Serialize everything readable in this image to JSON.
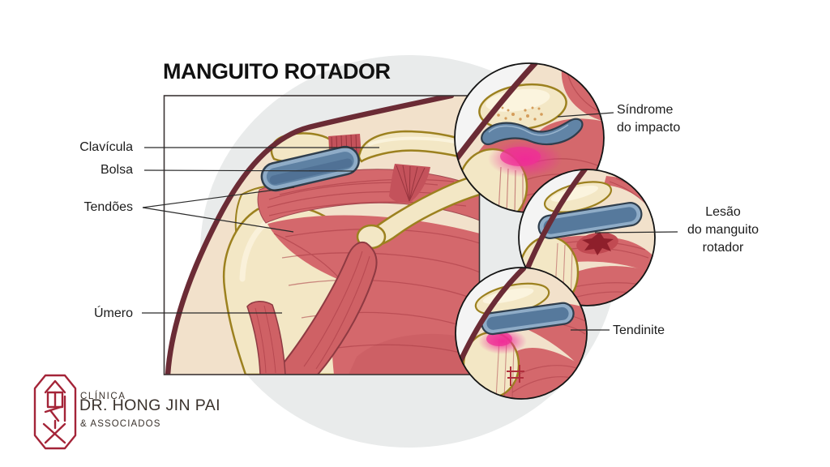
{
  "title": "MANGUITO ROTADOR",
  "anatomy_labels": {
    "clavicle": "Clavícula",
    "bursa": "Bolsa",
    "tendons": "Tendões",
    "humerus": "Úmero"
  },
  "conditions": {
    "impingement": {
      "line1": "Síndrome",
      "line2": "do impacto"
    },
    "cuff_tear": {
      "line1": "Lesão",
      "line2": "do manguito",
      "line3": "rotador"
    },
    "tendinitis": "Tendinite"
  },
  "logo": {
    "clinic": "CLÍNICA",
    "doctor": "DR. HONG JIN PAI",
    "associates": "& ASSOCIADOS"
  },
  "colors": {
    "skin": "#F2E1CB",
    "skin_outline": "#6B2B35",
    "bone": "#F3E7C5",
    "bone_highlight": "#FBF4DE",
    "bone_outline": "#9C811F",
    "muscle": "#D4686C",
    "muscle_striation": "#A83A44",
    "muscle_outline": "#8E3A42",
    "bursa_fill": "#5E81A3",
    "bursa_rim": "#8FACC7",
    "bursa_outline": "#2F3E4D",
    "inflammation": "#EE2F9A",
    "tear": "#8E1F2B",
    "background_shadow": "#E9EBEB",
    "panel_border": "#3D3535",
    "leader_line": "#2A2A2A",
    "logo_red": "#A42438",
    "logo_text": "#3A322C"
  }
}
